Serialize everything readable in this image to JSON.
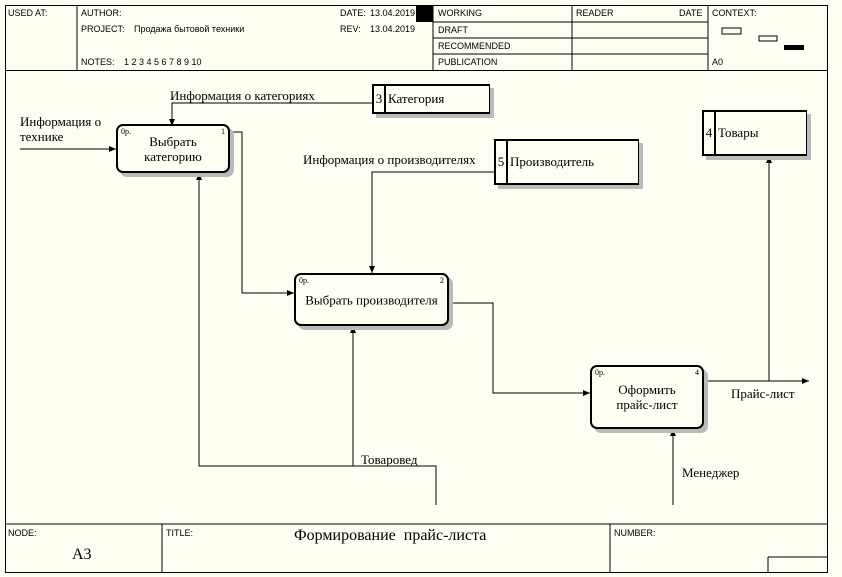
{
  "header": {
    "used_at_label": "USED AT:",
    "author_label": "AUTHOR:",
    "project_label": "PROJECT:",
    "project_value": "Продажа бытовой техники",
    "date_label": "DATE:",
    "date_value": "13.04.2019",
    "rev_label": "REV:",
    "rev_value": "13.04.2019",
    "notes_label": "NOTES:",
    "notes_value": "1  2  3  4  5  6  7  8  9  10",
    "status": [
      "WORKING",
      "DRAFT",
      "RECOMMENDED",
      "PUBLICATION"
    ],
    "reader_label": "READER",
    "reader_date_label": "DATE",
    "context_label": "CONTEXT:",
    "context_node": "A0"
  },
  "diagram": {
    "activities": [
      {
        "op": "0р.",
        "num": "1",
        "label": "Выбрать\nкатегорию"
      },
      {
        "op": "0р.",
        "num": "2",
        "label": "Выбрать производителя"
      },
      {
        "op": "0р.",
        "num": "4",
        "label": "Оформить\nпрайс-лист"
      }
    ],
    "stores": [
      {
        "num": "3",
        "label": "Категория"
      },
      {
        "num": "5",
        "label": "Производитель"
      },
      {
        "num": "4",
        "label": "Товары"
      }
    ],
    "arrows": {
      "info_tech": "Информация о\nтехнике",
      "info_categories": "Информация о категориях",
      "info_manufacturers": "Информация о производителях",
      "merchandiser": "Товаровед",
      "manager": "Менеджер",
      "price_list": "Прайс-лист"
    }
  },
  "footer": {
    "node_label": "NODE:",
    "node_value": "A3",
    "title_label": "TITLE:",
    "title_value": "Формирование  прайс-листа",
    "number_label": "NUMBER:"
  }
}
